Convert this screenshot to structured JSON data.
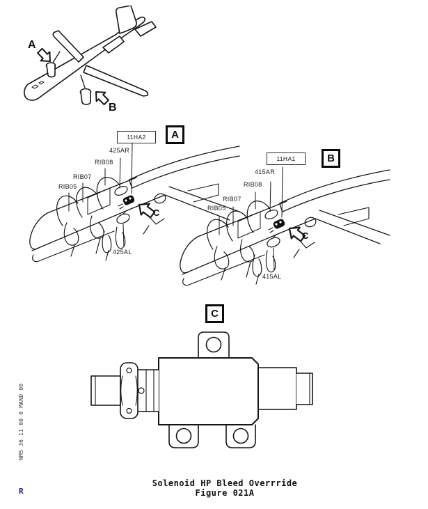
{
  "figure": {
    "caption_line1": "Solenoid HP Bleed Overrride",
    "caption_line2": "Figure 021A",
    "side_code": "NM5 36 11 00 0 MAND 00",
    "revision_marker": "R",
    "revision_color": "#1b1b8e"
  },
  "aircraft_view": {
    "arrow_a_label": "A",
    "arrow_b_label": "B"
  },
  "view_a": {
    "view_label": "A",
    "ident_label": "11HA2",
    "callout_top": "425AR",
    "callout_rib08": "RIB08",
    "callout_rib07": "RIB07",
    "callout_rib05": "RIB05",
    "callout_bottom": "425AL",
    "detail_arrow_label": "C"
  },
  "view_b": {
    "view_label": "B",
    "ident_label": "11HA1",
    "callout_top": "415AR",
    "callout_rib08": "RIB08",
    "callout_rib07": "RIB07",
    "callout_rib05": "RIB05",
    "callout_bottom": "415AL",
    "detail_arrow_label": "C"
  },
  "view_c": {
    "view_label": "C"
  }
}
